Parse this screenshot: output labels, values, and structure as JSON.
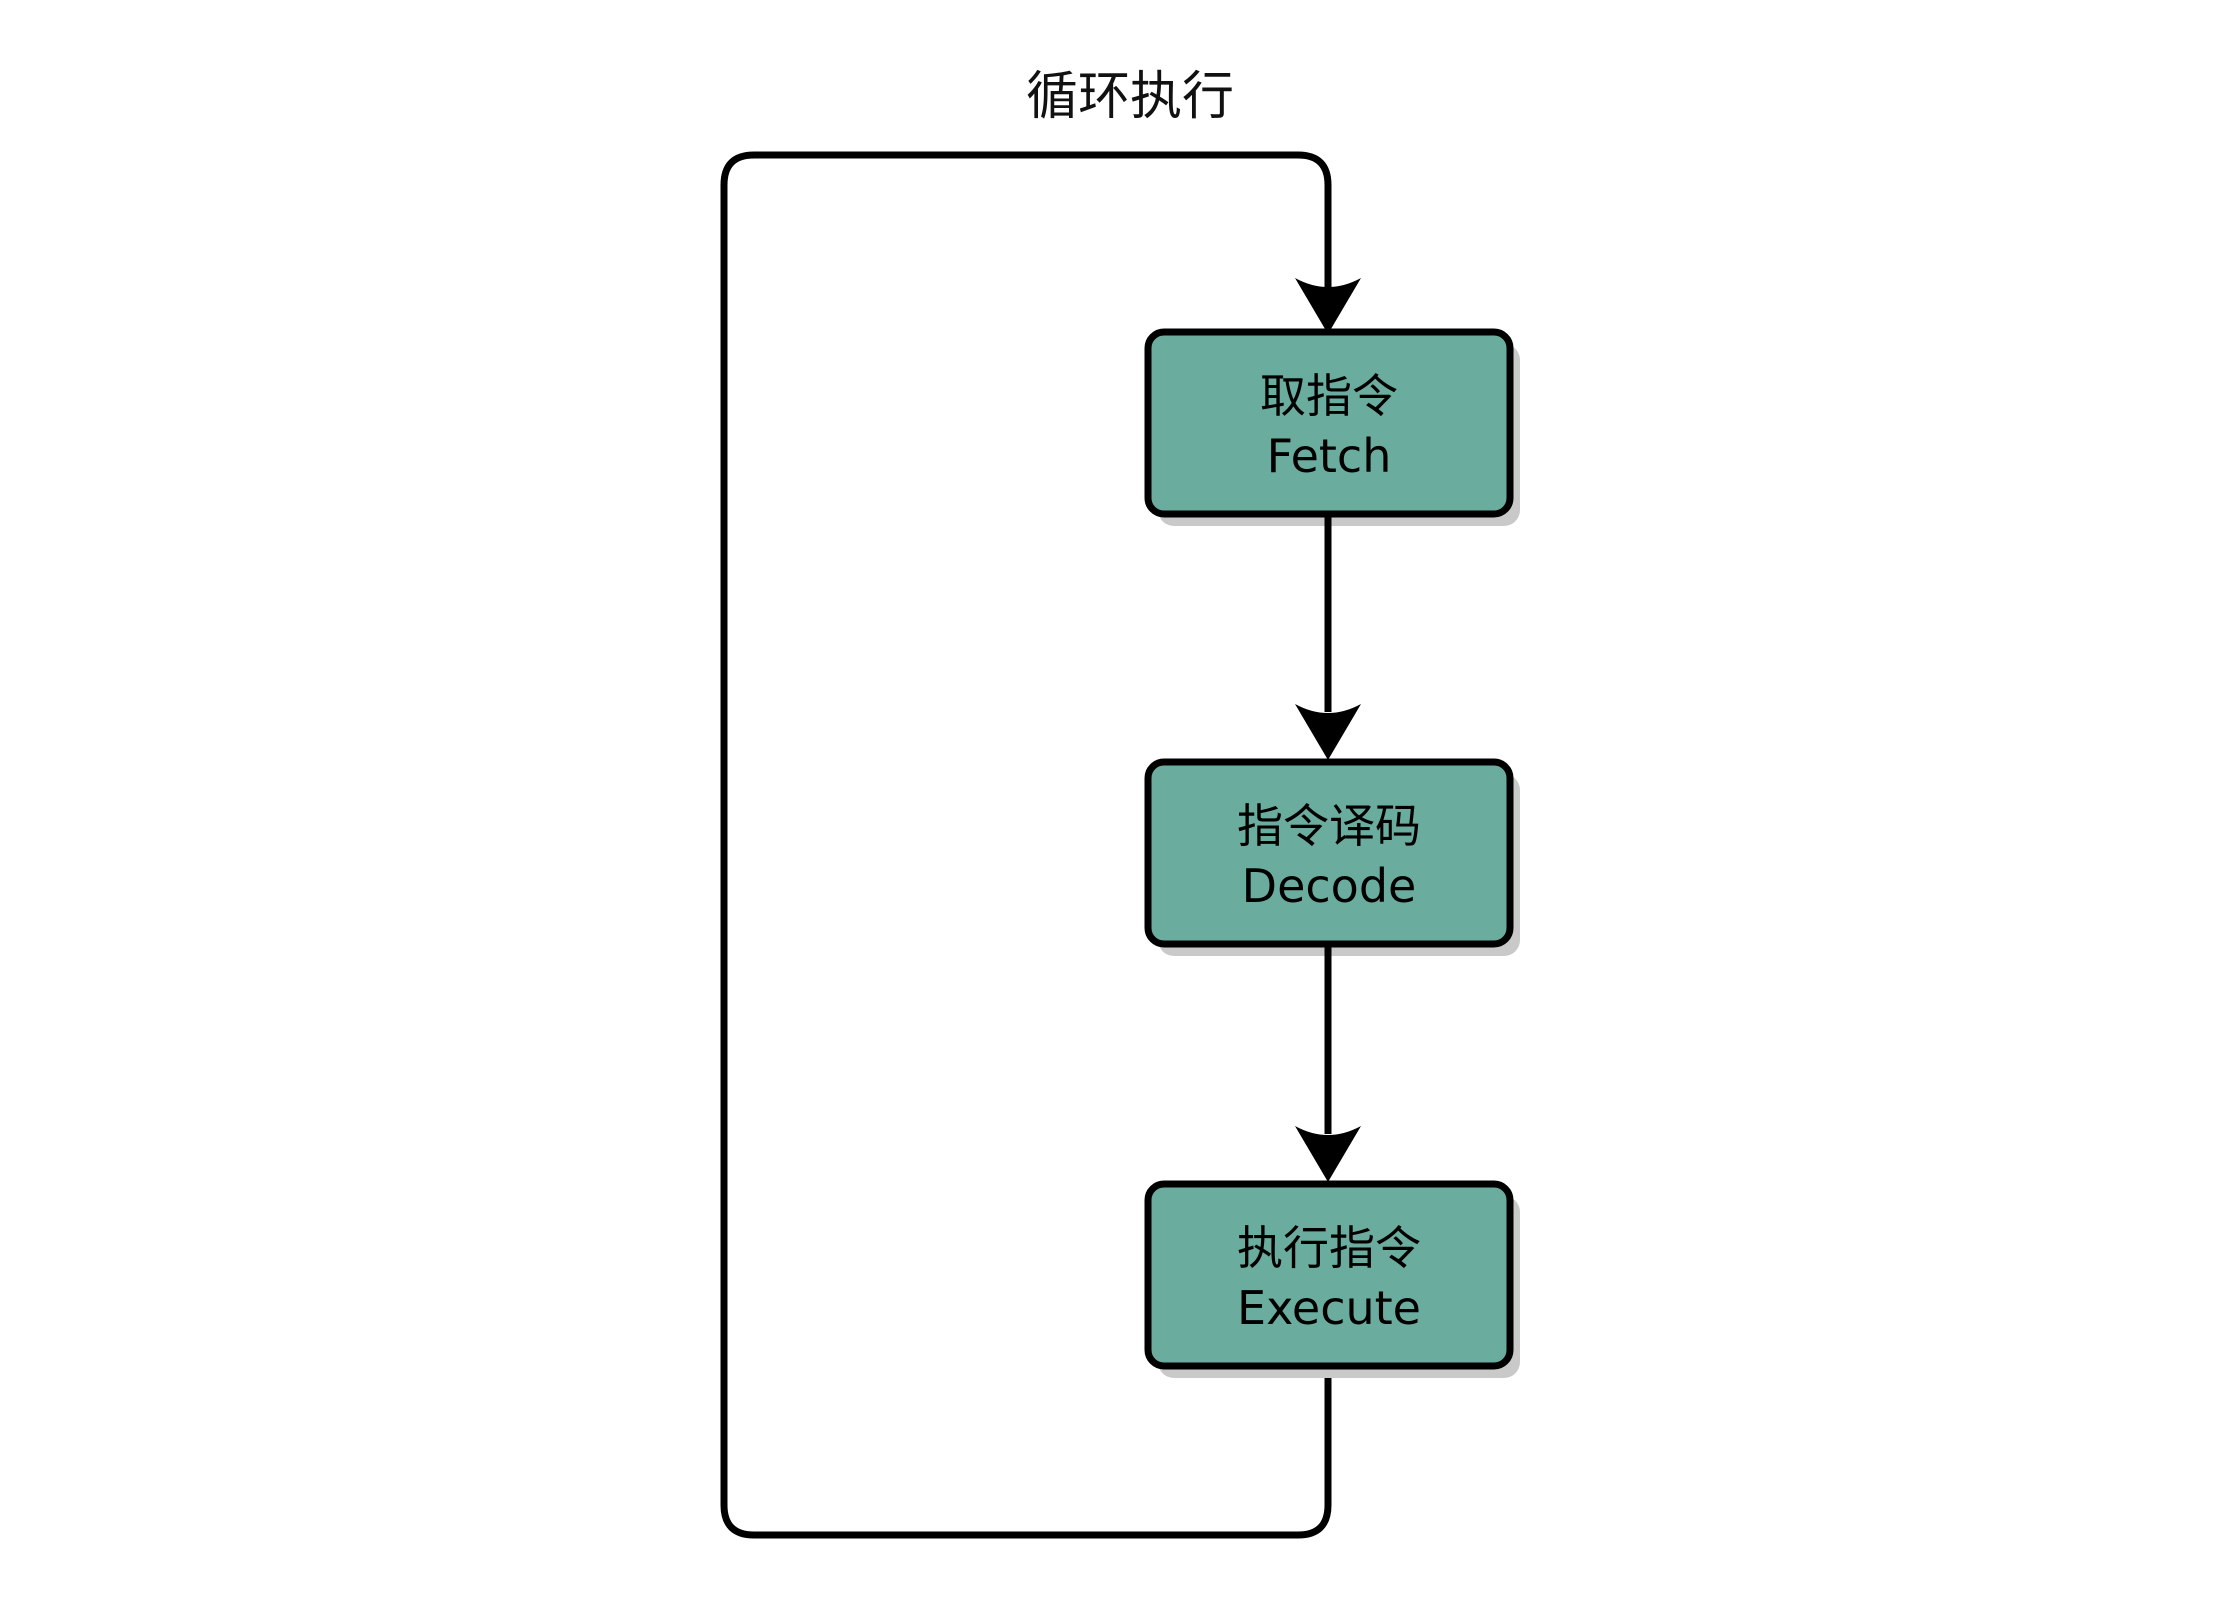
{
  "diagram": {
    "title": "循环执行",
    "background_color": "#ffffff",
    "node_fill_color": "#6aad9f",
    "node_border_color": "#000000",
    "node_shadow_color": "#c9c9c9",
    "line_color": "#000000",
    "nodes": [
      {
        "id": "fetch",
        "line1": "取指令",
        "line2": "Fetch"
      },
      {
        "id": "decode",
        "line1": "指令译码",
        "line2": "Decode"
      },
      {
        "id": "execute",
        "line1": "执行指令",
        "line2": "Execute"
      }
    ],
    "edges": [
      {
        "id": "fetch-to-decode",
        "from": "fetch",
        "to": "decode",
        "label": ""
      },
      {
        "id": "decode-to-execute",
        "from": "decode",
        "to": "execute",
        "label": ""
      },
      {
        "id": "execute-to-fetch",
        "from": "execute",
        "to": "fetch",
        "label": "循环执行"
      }
    ]
  }
}
